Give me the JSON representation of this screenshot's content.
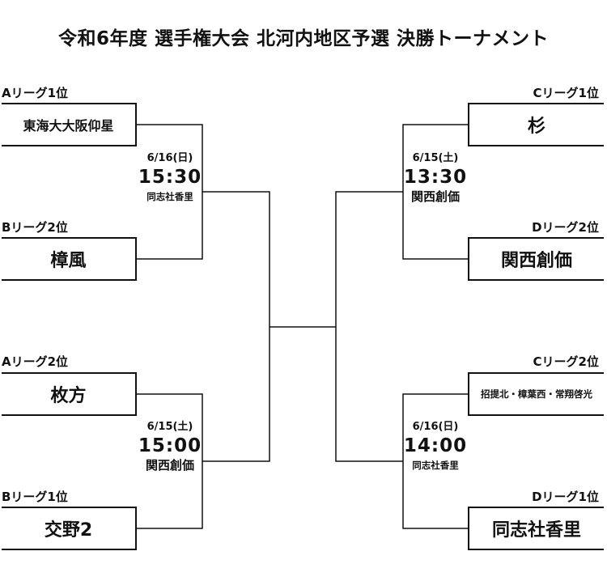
{
  "title": "令和6年度 選手権大会 北河内地区予選 決勝トーナメント",
  "left_bracket": {
    "slot1": {
      "label": "Aリーグ1位",
      "team": "東海大大阪仰星"
    },
    "slot2": {
      "label": "Bリーグ2位",
      "team": "樟風"
    },
    "slot3": {
      "label": "Aリーグ2位",
      "team": "枚方"
    },
    "slot4": {
      "label": "Bリーグ1位",
      "team": "交野2"
    },
    "match_top": {
      "date": "6/16(日)",
      "time": "15:30",
      "venue": "同志社香里"
    },
    "match_bottom": {
      "date": "6/15(土)",
      "time": "15:00",
      "venue": "関西創価"
    }
  },
  "right_bracket": {
    "slot1": {
      "label": "Cリーグ1位",
      "team": "杉"
    },
    "slot2": {
      "label": "Dリーグ2位",
      "team": "関西創価"
    },
    "slot3": {
      "label": "Cリーグ2位",
      "team": "招提北・樟葉西・常翔啓光"
    },
    "slot4": {
      "label": "Dリーグ1位",
      "team": "同志社香里"
    },
    "match_top": {
      "date": "6/15(土)",
      "time": "13:30",
      "venue": "関西創価"
    },
    "match_bottom": {
      "date": "6/16(日)",
      "time": "14:00",
      "venue": "同志社香里"
    }
  },
  "colors": {
    "line": "#111111",
    "text": "#111111",
    "background": "#ffffff"
  }
}
